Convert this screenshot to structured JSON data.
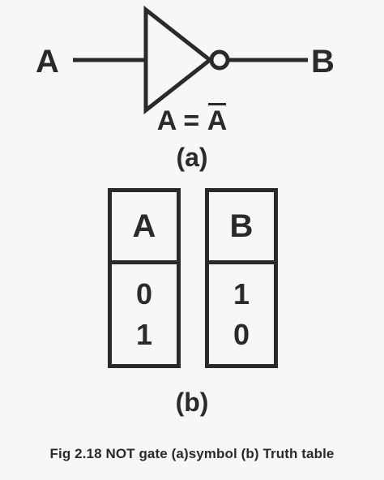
{
  "symbol": {
    "input_label": "A",
    "output_label": "B",
    "equation_left": "A = ",
    "equation_bar": "A",
    "caption": "(a)"
  },
  "truth_table": {
    "columns": [
      {
        "header": "A",
        "values": [
          "0",
          "1"
        ]
      },
      {
        "header": "B",
        "values": [
          "1",
          "0"
        ]
      }
    ],
    "caption": "(b)"
  },
  "figure_caption": "Fig 2.18 NOT gate (a)symbol (b) Truth table"
}
